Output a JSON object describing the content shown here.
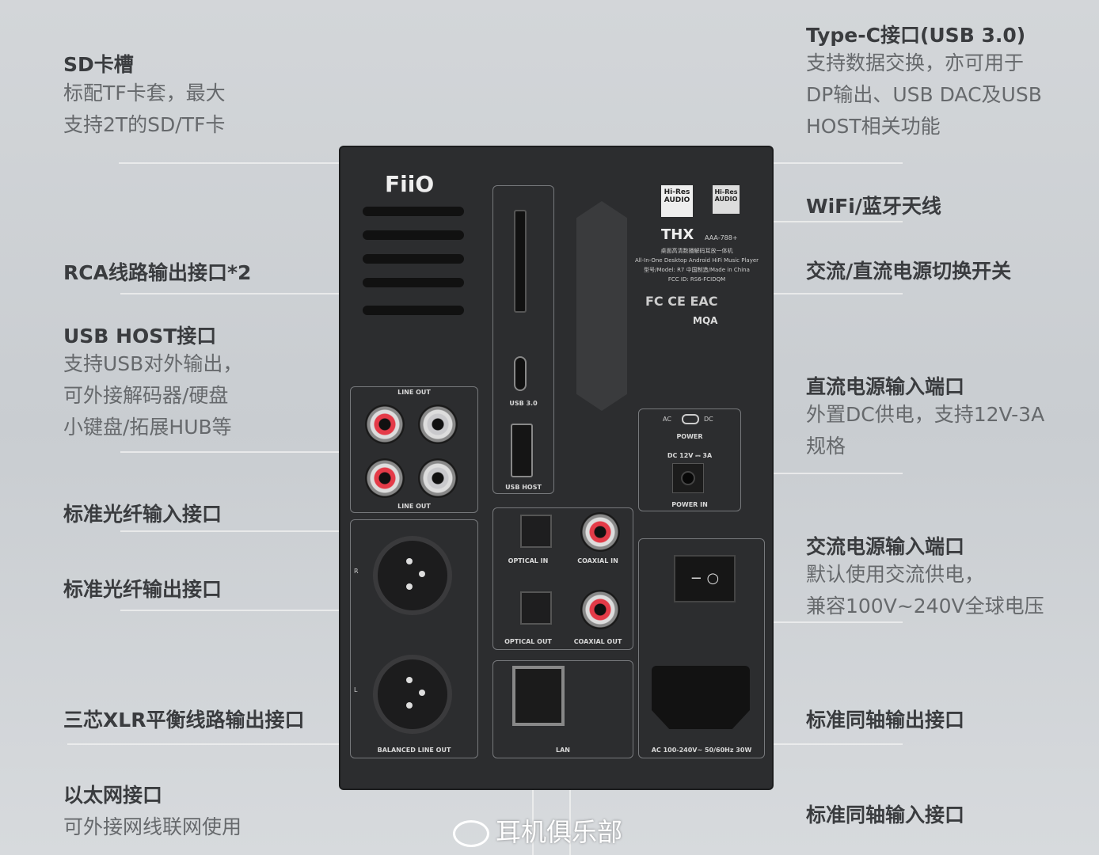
{
  "left": [
    {
      "title": "SD卡槽",
      "desc": [
        "标配TF卡套，最大",
        "支持2T的SD/TF卡"
      ]
    },
    {
      "title": "RCA线路输出接口*2",
      "desc": []
    },
    {
      "title": "USB HOST接口",
      "desc": [
        "支持USB对外输出，",
        "可外接解码器/硬盘",
        "小键盘/拓展HUB等"
      ]
    },
    {
      "title": "标准光纤输入接口",
      "desc": []
    },
    {
      "title": "标准光纤输出接口",
      "desc": []
    },
    {
      "title": "三芯XLR平衡线路输出接口",
      "desc": []
    },
    {
      "title": "以太网接口",
      "desc": [
        "可外接网线联网使用"
      ]
    }
  ],
  "right": [
    {
      "title": "Type-C接口(USB 3.0)",
      "desc": [
        "支持数据交换，亦可用于",
        "DP输出、USB DAC及USB",
        "HOST相关功能"
      ]
    },
    {
      "title": "WiFi/蓝牙天线",
      "desc": []
    },
    {
      "title": "交流/直流电源切换开关",
      "desc": []
    },
    {
      "title": "直流电源输入端口",
      "desc": [
        "外置DC供电，支持12V-3A",
        "规格"
      ]
    },
    {
      "title": "交流电源输入端口",
      "desc": [
        "默认使用交流供电，",
        "兼容100V~240V全球电压"
      ]
    },
    {
      "title": "标准同轴输出接口",
      "desc": []
    },
    {
      "title": "标准同轴输入接口",
      "desc": []
    }
  ],
  "device": {
    "brand": "FiiO",
    "hires1": [
      "Hi-Res",
      "AUDIO"
    ],
    "hires2": [
      "Hi-Res",
      "AUDIO"
    ],
    "thx": "THX",
    "thx_code": "AAA-788+",
    "info": [
      "桌面高清数播解码耳放一体机",
      "All-In-One Desktop Android HiFi Music Player",
      "型号/Model: R7   中国制造/Made in China",
      "FCC ID: RS6-FCIDQM"
    ],
    "certs": "FC  CE  EAC",
    "mqa": "MQA",
    "line_out": "LINE OUT",
    "usb30": "USB 3.0",
    "usb_host": "USB HOST",
    "ac": "AC",
    "dc": "DC",
    "power": "POWER",
    "dc_rating": "DC 12V ⎓ 3A",
    "power_in": "POWER IN",
    "optical_in": "OPTICAL  IN",
    "coaxial_in": "COAXIAL  IN",
    "optical_out": "OPTICAL  OUT",
    "coaxial_out": "COAXIAL  OUT",
    "balanced": "BALANCED  LINE OUT",
    "lan": "LAN",
    "ac_rating": "AC 100-240V~  50/60Hz  30W",
    "r": "R",
    "l": "L"
  },
  "watermark": "耳机俱乐部"
}
